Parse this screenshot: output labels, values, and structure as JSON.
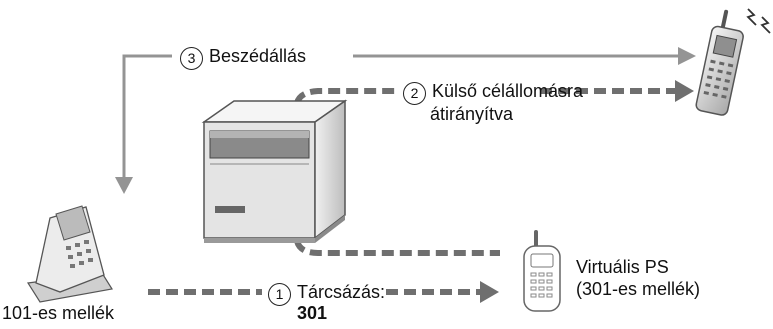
{
  "steps": {
    "step1": {
      "number": "1",
      "text": "Tárcsázás:",
      "value": "301"
    },
    "step2": {
      "number": "2",
      "text_line1": "Külső célállomásra",
      "text_line2": "átirányítva"
    },
    "step3": {
      "number": "3",
      "text": "Beszédállás"
    }
  },
  "devices": {
    "extension": {
      "label": "101-es mellék"
    },
    "virtual_ps": {
      "label_line1": "Virtuális PS",
      "label_line2": "(301-es mellék)"
    }
  },
  "colors": {
    "arrow": "#909090",
    "dashed_arrow": "#6f6f6f",
    "device_body": "#e3e3e3",
    "device_outline": "#555555"
  }
}
